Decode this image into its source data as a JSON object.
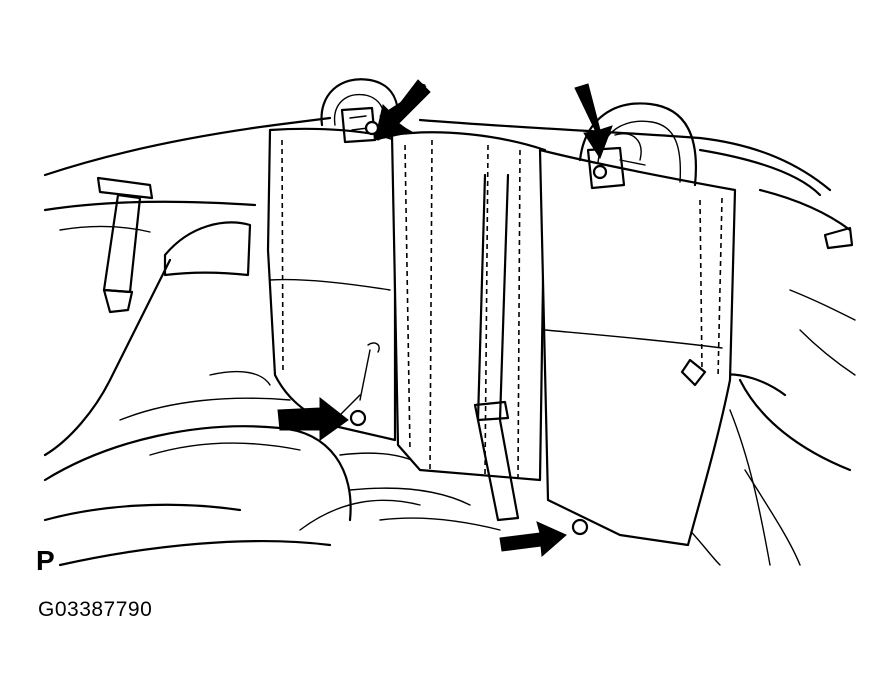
{
  "figure": {
    "corner_letter": "P",
    "code": "G03387790"
  },
  "callouts": [
    {
      "id": "headrest-left-mount",
      "icon": "arrow"
    },
    {
      "id": "headrest-right-mount",
      "icon": "arrow"
    },
    {
      "id": "seat-bottom-left-bolt",
      "icon": "arrow"
    },
    {
      "id": "seat-bottom-right-bolt",
      "icon": "arrow"
    }
  ]
}
